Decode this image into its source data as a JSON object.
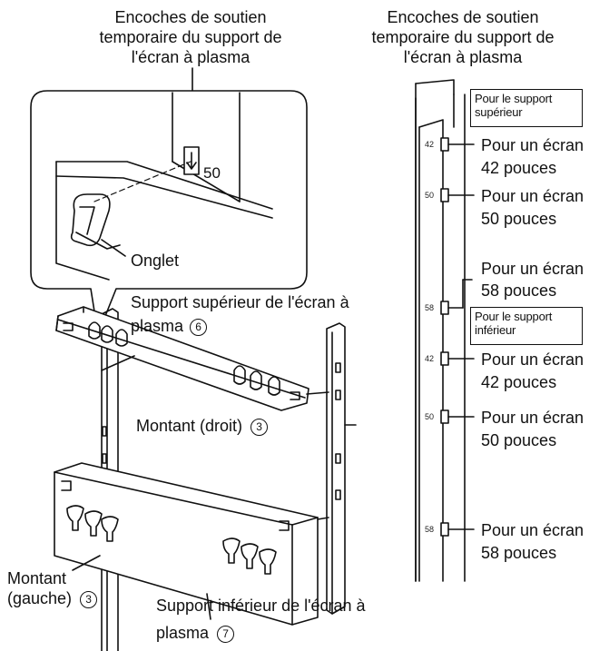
{
  "left_figure": {
    "title_line1": "Encoches de soutien",
    "title_line2": "temporaire du support de",
    "title_line3": "l'écran à plasma",
    "zoom_number": "50",
    "label_onglet": "Onglet",
    "upper_bracket_line1": "Support supérieur de l'écran à",
    "upper_bracket_line2": "plasma",
    "upper_bracket_num": "6",
    "upright_right": "Montant (droit)",
    "upright_right_num": "3",
    "upright_left_line1": "Montant",
    "upright_left_line2": "(gauche)",
    "upright_left_num": "3",
    "lower_bracket_line1": "Support inférieur de l'écran à",
    "lower_bracket_line2": "plasma",
    "lower_bracket_num": "7"
  },
  "right_figure": {
    "title_line1": "Encoches de soutien",
    "title_line2": "temporaire du support de",
    "title_line3": "l'écran à plasma",
    "box_upper_line1": "Pour le support",
    "box_upper_line2": "supérieur",
    "box_lower_line1": "Pour le support",
    "box_lower_line2": "inférieur",
    "mark_42a": "42",
    "mark_50a": "50",
    "mark_58a": "58",
    "mark_42b": "42",
    "mark_50b": "50",
    "mark_58b": "58",
    "label_42a_l1": "Pour un écran",
    "label_42a_l2": "42 pouces",
    "label_50a_l1": "Pour un écran",
    "label_50a_l2": "50 pouces",
    "label_58a_l1": "Pour un écran",
    "label_58a_l2": "58 pouces",
    "label_42b_l1": "Pour un écran",
    "label_42b_l2": "42 pouces",
    "label_50b_l1": "Pour un écran",
    "label_50b_l2": "50 pouces",
    "label_58b_l1": "Pour un écran",
    "label_58b_l2": "58 pouces"
  }
}
